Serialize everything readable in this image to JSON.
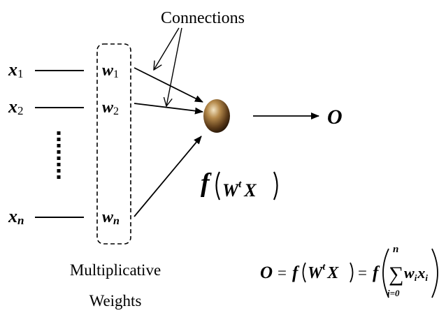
{
  "connections_label": "Connections",
  "inputs": [
    {
      "var": "x",
      "sub": "1"
    },
    {
      "var": "x",
      "sub": "2"
    },
    {
      "var": "x",
      "sub": "n"
    }
  ],
  "weights": [
    {
      "var": "w",
      "sub": "1"
    },
    {
      "var": "w",
      "sub": "2"
    },
    {
      "var": "w",
      "sub": "n"
    }
  ],
  "weights_caption": {
    "line1": "Multiplicative",
    "line2": "Weights"
  },
  "output_symbol": "O",
  "activation": {
    "f": "f",
    "W": "W",
    "t": "t",
    "X": "X"
  },
  "equation": {
    "O": "O",
    "eq1": "=",
    "f1": "f",
    "W": "W",
    "t": "t",
    "X": "X",
    "eq2": "=",
    "f2": "f",
    "sum_top": "n",
    "sum": "∑",
    "sum_bottom": "i=0",
    "w": "w",
    "wi": "i",
    "x": "x",
    "xi": "i"
  },
  "colors": {
    "neuron_dark": "#3a2410",
    "neuron_mid": "#8a6535",
    "neuron_light": "#f2e3c2"
  }
}
